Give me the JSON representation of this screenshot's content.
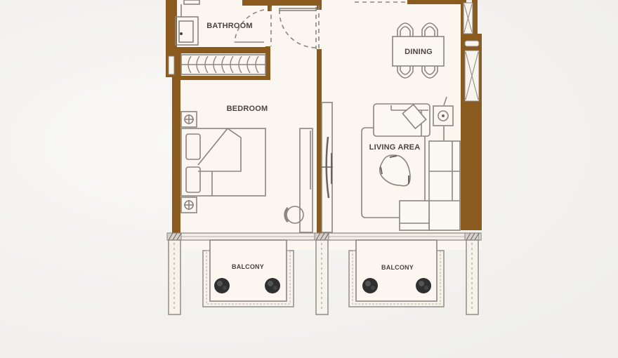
{
  "floor_plan": {
    "type": "one-bedroom apartment floor plan",
    "colors": {
      "background": "#f4f3f0",
      "wall": "#8b5a1f",
      "floor": "#fbf6f0",
      "line": "#8a8580",
      "label": "#4a4540",
      "plant": "#2f2f2f"
    },
    "rooms": [
      {
        "id": "bathroom",
        "label": "BATHROOM"
      },
      {
        "id": "bedroom",
        "label": "BEDROOM"
      },
      {
        "id": "dining",
        "label": "DINING"
      },
      {
        "id": "living",
        "label": "LIVING AREA"
      },
      {
        "id": "balcony_left",
        "label": "BALCONY"
      },
      {
        "id": "balcony_right",
        "label": "BALCONY"
      }
    ],
    "fixtures": [
      "wardrobe",
      "double-bed",
      "nightstand-lamps",
      "desk-chair",
      "tv-wall-mount",
      "armchair",
      "floor-lamp",
      "l-shaped-sofa",
      "rug",
      "coffee-table",
      "dining-table",
      "dining-chairs",
      "shower",
      "vanity",
      "potted-plants"
    ]
  }
}
